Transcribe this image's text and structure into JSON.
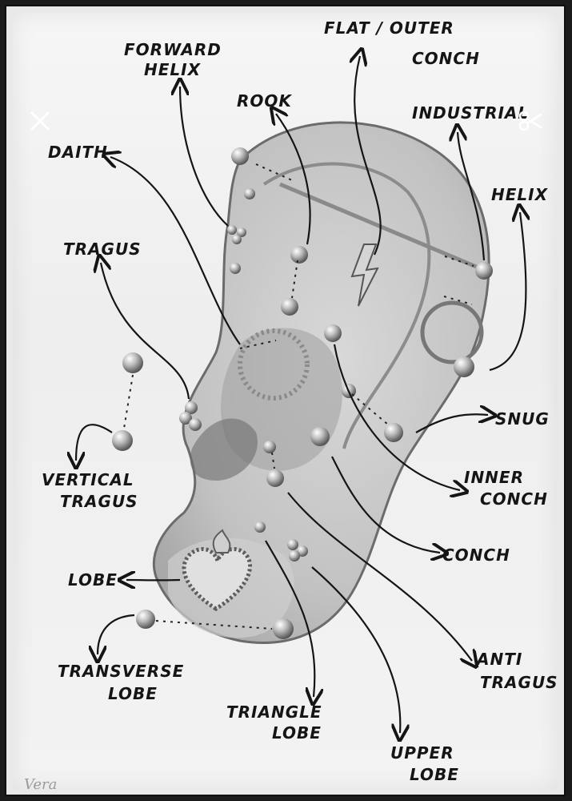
{
  "labels": {
    "forward_helix": [
      "FORWARD",
      "HELIX"
    ],
    "flat_outer_conch": [
      "FLAT / OUTER",
      "CONCH"
    ],
    "rook": "ROOK",
    "industrial": "INDUSTRIAL",
    "daith": "DAITH",
    "helix": "HELIX",
    "tragus": "TRAGUS",
    "snug": "SNUG",
    "inner_conch": [
      "INNER",
      "CONCH"
    ],
    "vertical_tragus": [
      "VERTICAL",
      "TRAGUS"
    ],
    "conch": "CONCH",
    "lobe": "LOBE",
    "anti_tragus": [
      "ANTI",
      "TRAGUS"
    ],
    "transverse_lobe": [
      "TRANSVERSE",
      "LOBE"
    ],
    "triangle_lobe": [
      "TRIANGLE",
      "LOBE"
    ],
    "upper_lobe": [
      "UPPER",
      "LOBE"
    ]
  },
  "signature": "Vera",
  "controls": {
    "close_icon": "close-icon",
    "scissors_icon": "scissors-icon"
  },
  "colors": {
    "ink": "#151515",
    "paper": "#f2f2f2",
    "frame": "#0f0f0f",
    "control": "#ffffff"
  }
}
